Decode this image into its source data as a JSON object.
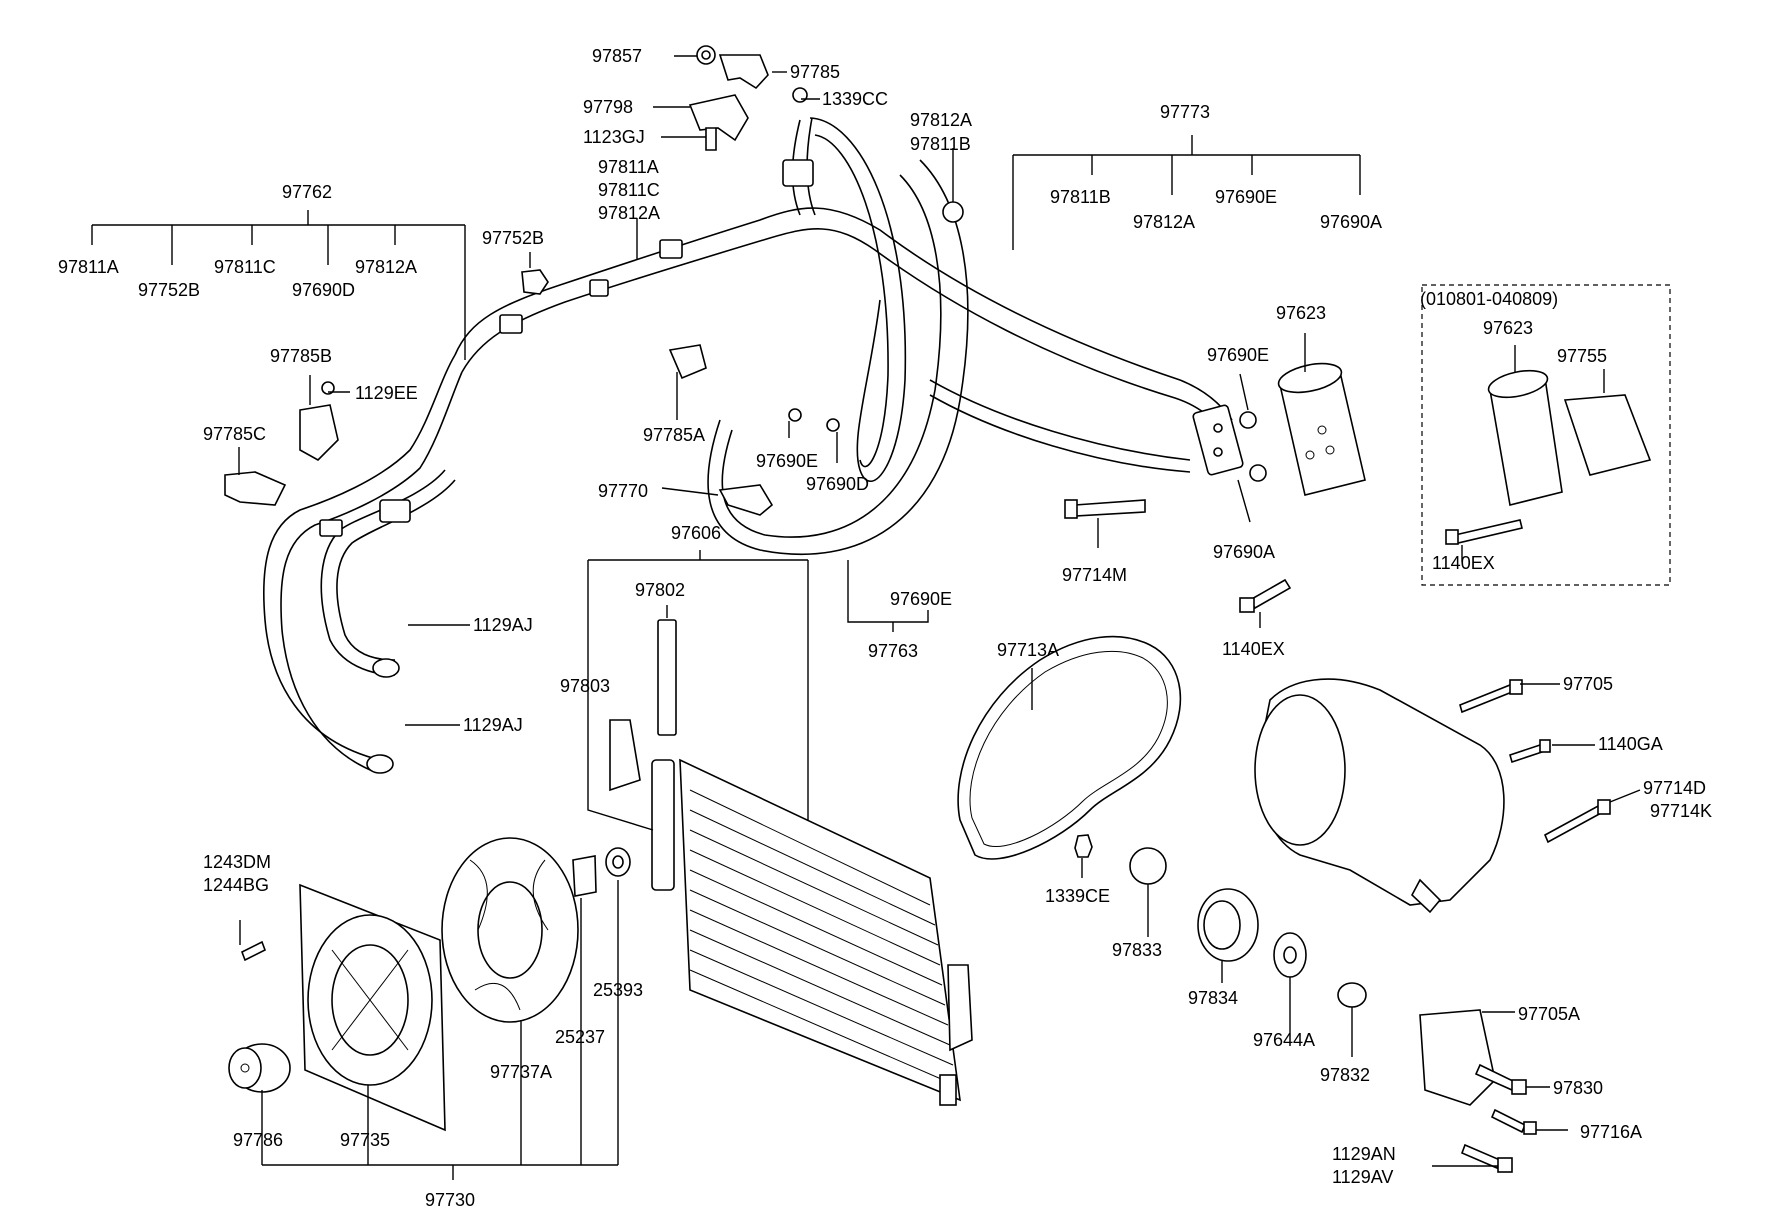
{
  "parts": {
    "p97857": "97857",
    "p97785": "97785",
    "p1339CC": "1339CC",
    "p97798": "97798",
    "p1123GJ": "1123GJ",
    "p97812A_top": "97812A",
    "p97811B_top": "97811B",
    "p97773": "97773",
    "p97811A_mid": "97811A",
    "p97811C_mid": "97811C",
    "p97812A_mid": "97812A",
    "p97762": "97762",
    "p97752B_right": "97752B",
    "p97811A_left": "97811A",
    "p97752B_left": "97752B",
    "p97811C_left": "97811C",
    "p97690D_left": "97690D",
    "p97812A_left": "97812A",
    "p97811B_r": "97811B",
    "p97812A_r": "97812A",
    "p97690E_r": "97690E",
    "p97690A_r": "97690A",
    "p97785B": "97785B",
    "p1129EE": "1129EE",
    "p97785C": "97785C",
    "p97785A": "97785A",
    "p97690E_mid": "97690E",
    "p97690D_mid": "97690D",
    "p97770": "97770",
    "p97623": "97623",
    "p97690E_drier": "97690E",
    "p97690A_drier": "97690A",
    "p97714M": "97714M",
    "p1140EX_mid": "1140EX",
    "p_date_range": "(010801-040809)",
    "p97623_box": "97623",
    "p97755": "97755",
    "p1140EX_box": "1140EX",
    "p97606": "97606",
    "p97802": "97802",
    "p97690E_low": "97690E",
    "p97763": "97763",
    "p1129AJ_a": "1129AJ",
    "p1129AJ_b": "1129AJ",
    "p97803": "97803",
    "p97713A": "97713A",
    "p97705": "97705",
    "p1140GA": "1140GA",
    "p97714D": "97714D",
    "p97714K": "97714K",
    "p1243DM": "1243DM",
    "p1244BG": "1244BG",
    "p1339CE": "1339CE",
    "p97833": "97833",
    "p97834": "97834",
    "p97644A": "97644A",
    "p97832": "97832",
    "p25393": "25393",
    "p25237": "25237",
    "p97737A": "97737A",
    "p97786": "97786",
    "p97735": "97735",
    "p97730": "97730",
    "p97705A": "97705A",
    "p97830": "97830",
    "p97716A": "97716A",
    "p1129AN": "1129AN",
    "p1129AV": "1129AV"
  }
}
